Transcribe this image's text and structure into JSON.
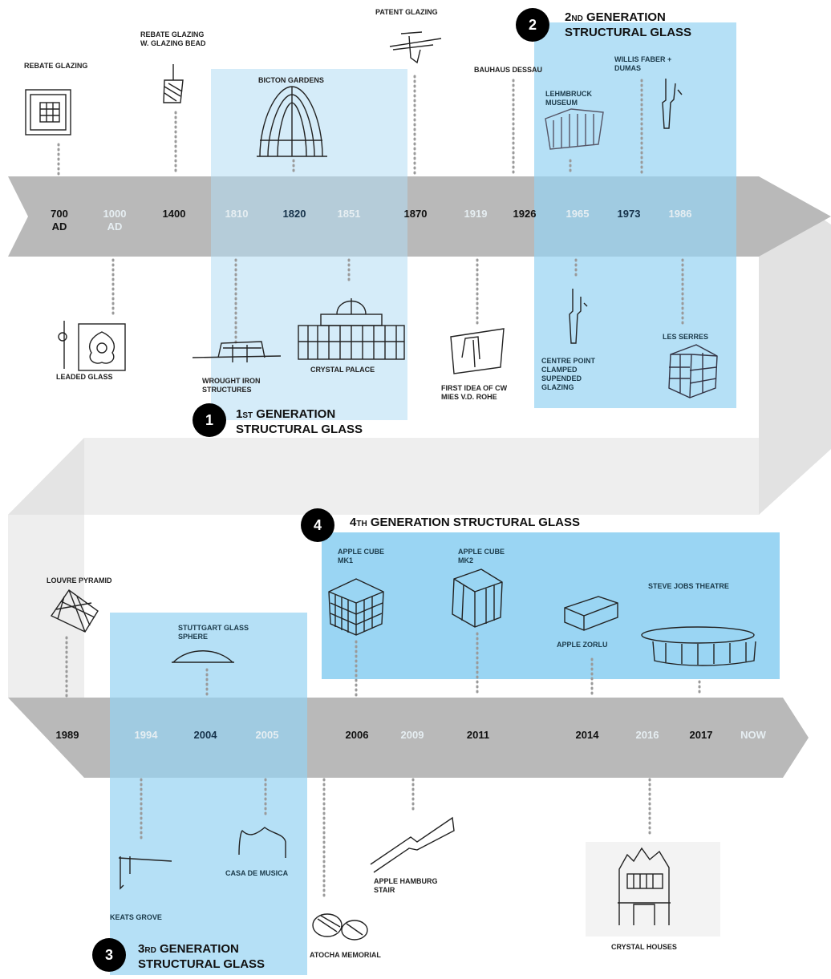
{
  "colors": {
    "arrow_band": "#b9b9b9",
    "light_band": "#eeeeee",
    "gen1_box": "#d4ebf8",
    "gen_box": "#b3ddf4",
    "gen4_box": "#95d3f2",
    "badge": "#000000",
    "dots": "#9a9a9a"
  },
  "generations": [
    {
      "number": "1",
      "prefix": "1",
      "suffix": "ST",
      "line1_rest": " GENERATION",
      "line2": "STRUCTURAL GLASS"
    },
    {
      "number": "2",
      "prefix": "2",
      "suffix": "ND",
      "line1_rest": " GENERATION",
      "line2": "STRUCTURAL GLASS"
    },
    {
      "number": "3",
      "prefix": "3",
      "suffix": "RD",
      "line1_rest": " GENERATION",
      "line2": "STRUCTURAL GLASS"
    },
    {
      "number": "4",
      "prefix": "4",
      "suffix": "TH",
      "line1_rest": " GENERATION STRUCTURAL GLASS",
      "line2": ""
    }
  ],
  "timeline_top": {
    "years": [
      "700\nAD",
      "1000\nAD",
      "1400",
      "1810",
      "1820",
      "1851",
      "1870",
      "1919",
      "1926",
      "1965",
      "1973",
      "1986"
    ],
    "labels_above": [
      "REBATE GLAZING",
      "REBATE GLAZING\nW. GLAZING BEAD",
      "BICTON GARDENS",
      "PATENT GLAZING",
      "BAUHAUS DESSAU",
      "LEHMBRUCK\nMUSEUM",
      "WILLIS FABER +\nDUMAS"
    ],
    "labels_below": [
      "LEADED GLASS",
      "WROUGHT IRON\nSTRUCTURES",
      "CRYSTAL PALACE",
      "FIRST IDEA OF CW\nMIES V.D. ROHE",
      "CENTRE POINT\nCLAMPED\nSUPENDED\nGLAZING",
      "LES SERRES"
    ]
  },
  "timeline_bottom": {
    "years": [
      "1989",
      "1994",
      "2004",
      "2005",
      "2006",
      "2009",
      "2011",
      "2014",
      "2016",
      "2017",
      "NOW"
    ],
    "labels_above": [
      "LOUVRE PYRAMID",
      "STUTTGART GLASS\nSPHERE",
      "APPLE CUBE\nMK1",
      "APPLE CUBE\nMK2",
      "APPLE ZORLU",
      "STEVE JOBS THEATRE"
    ],
    "labels_below": [
      "KEATS GROVE",
      "CASA DE MUSICA",
      "ATOCHA MEMORIAL",
      "APPLE HAMBURG\nSTAIR",
      "CRYSTAL HOUSES"
    ]
  },
  "icons": [
    "window-grid-sketch-icon",
    "glazing-bead-sketch-icon",
    "dome-greenhouse-sketch-icon",
    "patent-glazing-sketch-icon",
    "lehmbruck-grid-sketch-icon",
    "clamp-fitting-sketch-icon",
    "leaded-glass-sketch-icon",
    "wrought-iron-sketch-icon",
    "crystal-palace-sketch-icon",
    "curtain-wall-sketch-icon",
    "les-serres-cube-sketch-icon",
    "pyramid-sketch-icon",
    "glass-sphere-sketch-icon",
    "glass-cube-sketch-icon",
    "zorlu-box-sketch-icon",
    "theatre-ring-sketch-icon",
    "keats-grove-sketch-icon",
    "casa-musica-sketch-icon",
    "atocha-memorial-sketch-icon",
    "hamburg-stair-sketch-icon",
    "crystal-houses-sketch-icon"
  ]
}
